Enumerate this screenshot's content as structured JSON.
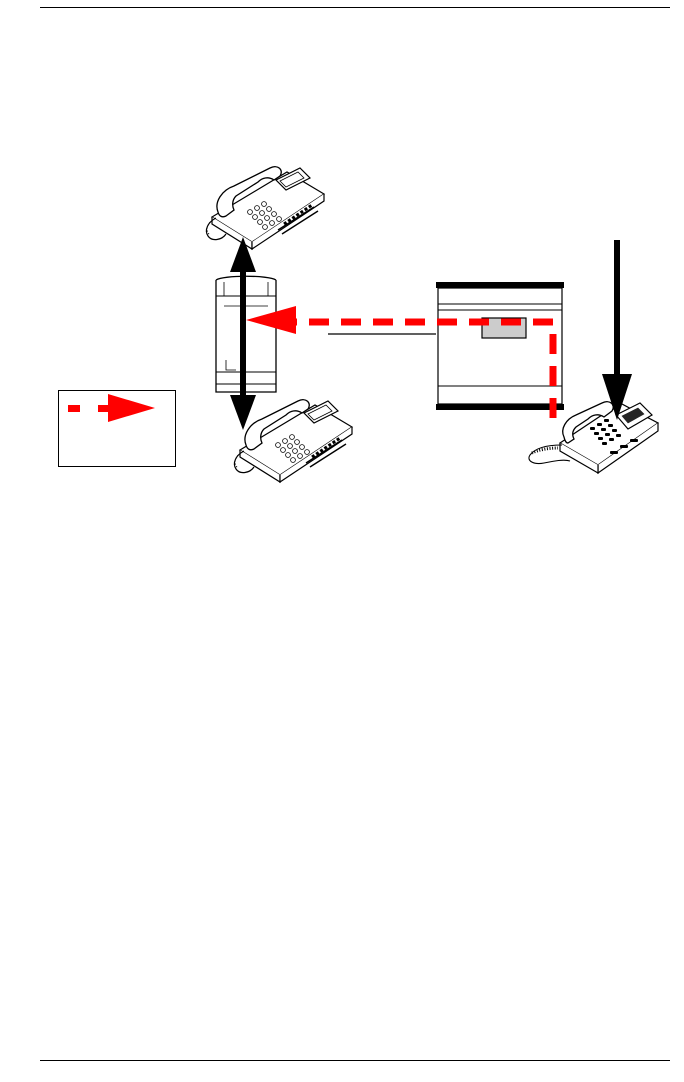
{
  "colors": {
    "line": "#000000",
    "signal": "#ff0000",
    "module_fill": "#cccccc",
    "page": "#ffffff"
  },
  "diagram": {
    "nodes": [
      {
        "id": "phone-top-left",
        "icon": "desk-phone-icon"
      },
      {
        "id": "phone-bottom-left",
        "icon": "desk-phone-icon"
      },
      {
        "id": "phone-right",
        "icon": "ip-phone-icon"
      },
      {
        "id": "tower-unit",
        "icon": "tower-unit-icon"
      },
      {
        "id": "rack-unit",
        "icon": "rack-unit-icon"
      }
    ],
    "connectors": [
      {
        "from": "phone-top-left",
        "to": "phone-bottom-left",
        "style": "solid-double-arrow",
        "color": "#000000"
      },
      {
        "from": "phone-right",
        "to": "tower-unit",
        "style": "dashed-arrow",
        "color": "#ff0000"
      },
      {
        "from": "tower-unit",
        "to": "rack-unit",
        "style": "thin-line",
        "color": "#000000"
      },
      {
        "from": "above",
        "to": "phone-right",
        "style": "solid-arrow",
        "color": "#000000"
      }
    ],
    "legend": {
      "symbol": "dashed-red-arrow-icon"
    }
  }
}
